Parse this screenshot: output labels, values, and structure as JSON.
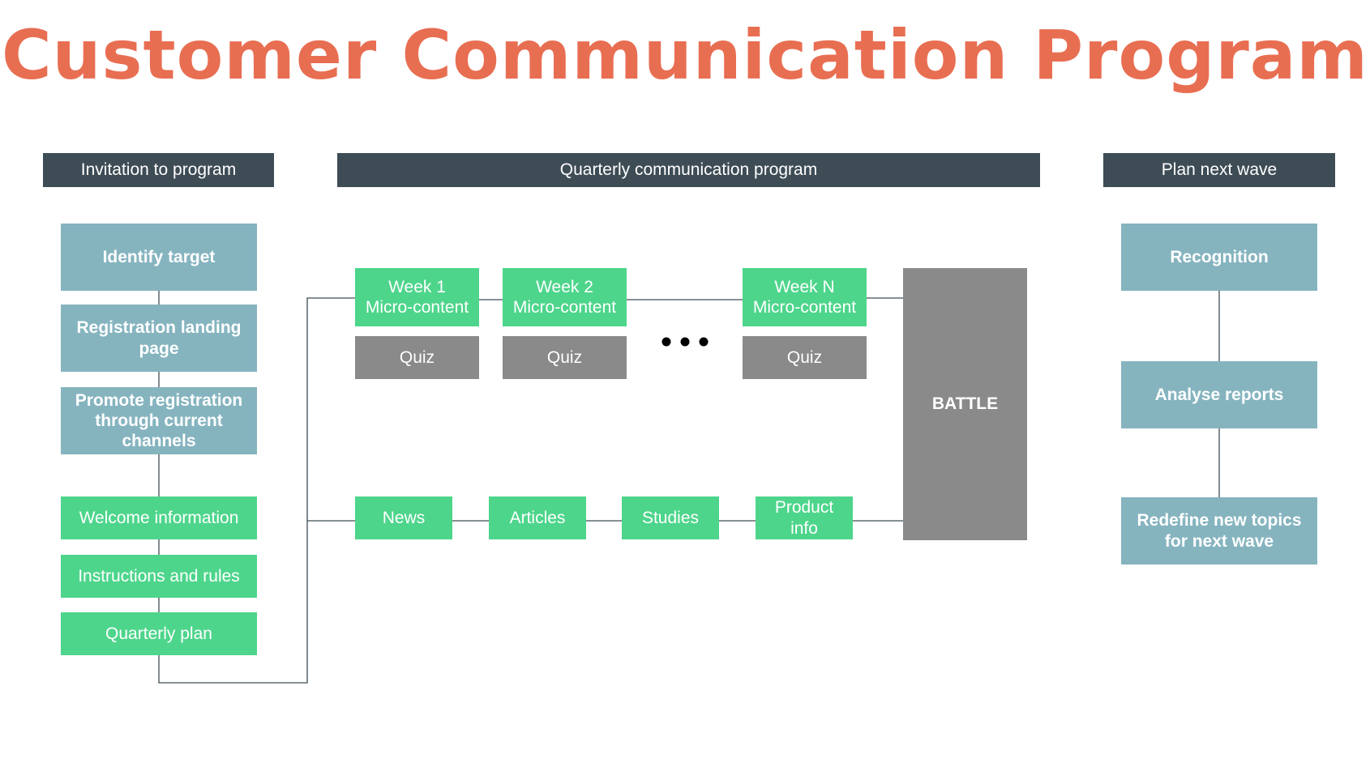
{
  "title": "Customer Communication Program",
  "colors": {
    "title": "#e86e52",
    "header": "#3e4c55",
    "blue_box": "#85b4bf",
    "green_box": "#4dd58b",
    "gray_box": "#8a8a8a",
    "line": "#3e4c55"
  },
  "headers": {
    "invitation": "Invitation to program",
    "quarterly": "Quarterly communication program",
    "plan": "Plan next wave"
  },
  "invitation": {
    "identify": "Identify target",
    "registration": "Registration landing page",
    "promote": "Promote registration through current channels",
    "welcome": "Welcome information",
    "instructions": "Instructions and rules",
    "quarterly_plan": "Quarterly plan"
  },
  "weeks": [
    {
      "line1": "Week 1",
      "line2": "Micro-content",
      "quiz": "Quiz"
    },
    {
      "line1": "Week 2",
      "line2": "Micro-content",
      "quiz": "Quiz"
    },
    {
      "line1": "Week N",
      "line2": "Micro-content",
      "quiz": "Quiz"
    }
  ],
  "content": {
    "news": "News",
    "articles": "Articles",
    "studies": "Studies",
    "product_info": "Product info"
  },
  "battle": "BATTLE",
  "plan": {
    "recognition": "Recognition",
    "analyse": "Analyse reports",
    "redefine": "Redefine new topics for next wave"
  }
}
